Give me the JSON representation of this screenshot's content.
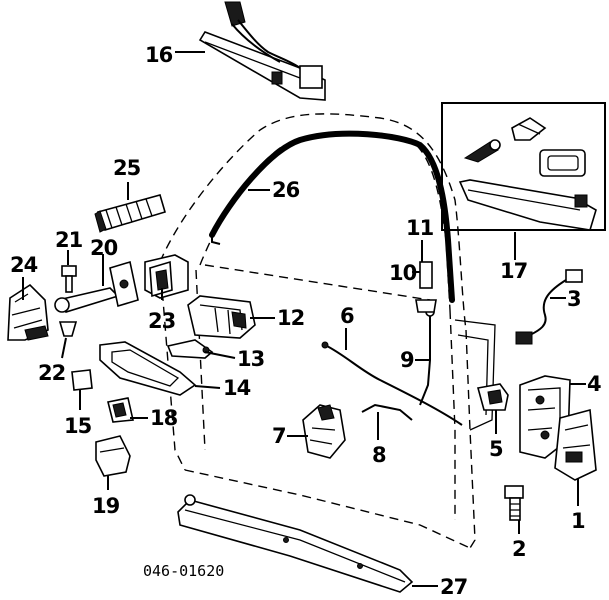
{
  "diagram": {
    "catalog_number": "046-01620",
    "callouts": [
      "1",
      "2",
      "3",
      "4",
      "5",
      "6",
      "7",
      "8",
      "9",
      "10",
      "11",
      "12",
      "13",
      "14",
      "15",
      "16",
      "17",
      "18",
      "19",
      "20",
      "21",
      "22",
      "23",
      "24",
      "25",
      "26",
      "27"
    ]
  }
}
